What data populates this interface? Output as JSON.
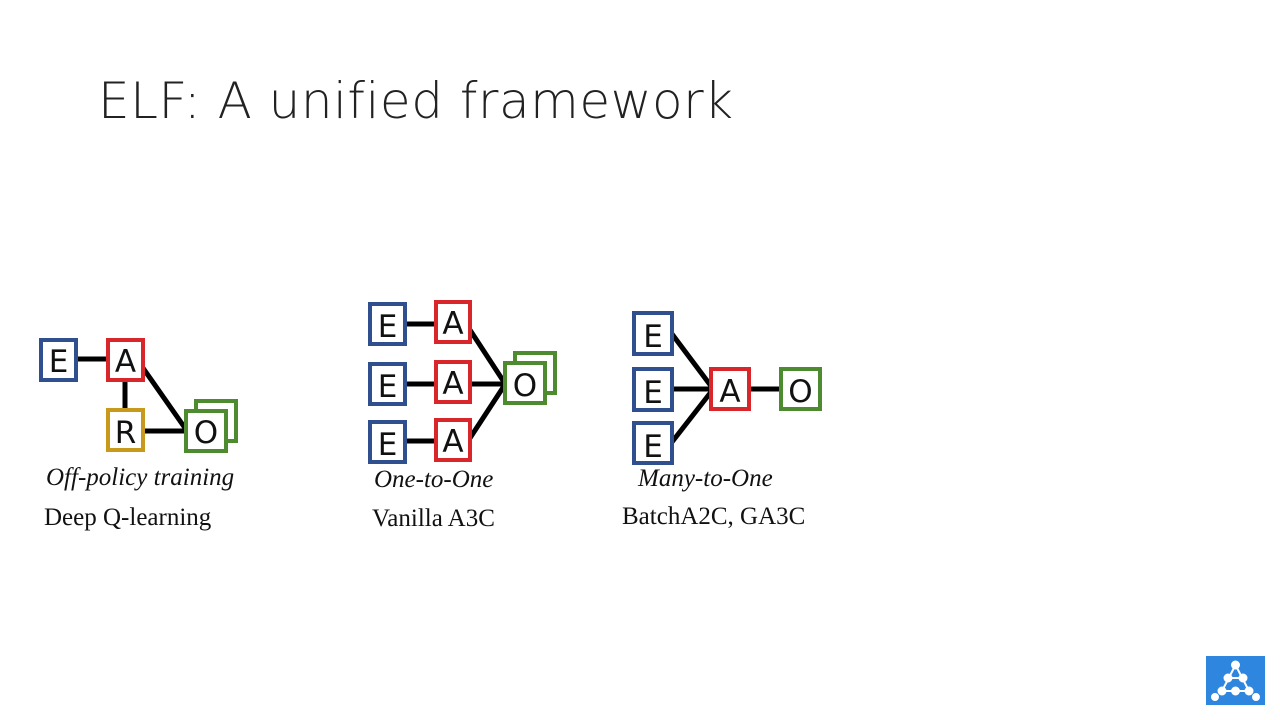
{
  "title": "ELF: A unified framework",
  "colors": {
    "E": "#2f4f8f",
    "A": "#d9262b",
    "R": "#c89a1c",
    "O": "#4e8a2f",
    "line": "#000000",
    "logo_bg": "#2e86de"
  },
  "boxes": {
    "E": "E",
    "A": "A",
    "R": "R",
    "O": "O"
  },
  "diagrams": [
    {
      "caption_italic": "Off-policy training",
      "caption": "Deep Q-learning"
    },
    {
      "caption_italic": "One-to-One",
      "caption": "Vanilla A3C"
    },
    {
      "caption_italic": "Many-to-One",
      "caption": "BatchA2C, GA3C"
    }
  ],
  "logo": {
    "icon": "elf-logo-icon"
  }
}
